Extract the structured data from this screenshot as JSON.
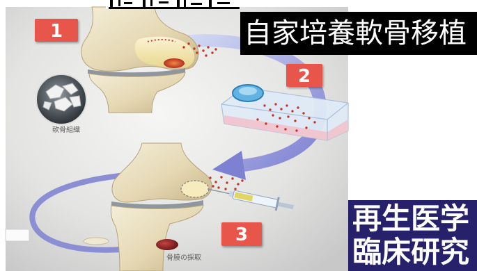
{
  "title_overlay": {
    "text": "自家培養軟骨移植"
  },
  "badge_overlay": {
    "line1": "再生医学",
    "line2": "臨床研究"
  },
  "diagram": {
    "steps": [
      "1",
      "2",
      "3"
    ],
    "labels": {
      "cartilage_tissue": "軟骨組織",
      "periosteum_harvest": "骨膜の採取"
    }
  },
  "colors": {
    "step_badge": "#e8574c",
    "arrow": "#7e80d2",
    "cells": "#c0392b",
    "title_bg": "#000000",
    "badge_bg": "#27206b"
  }
}
